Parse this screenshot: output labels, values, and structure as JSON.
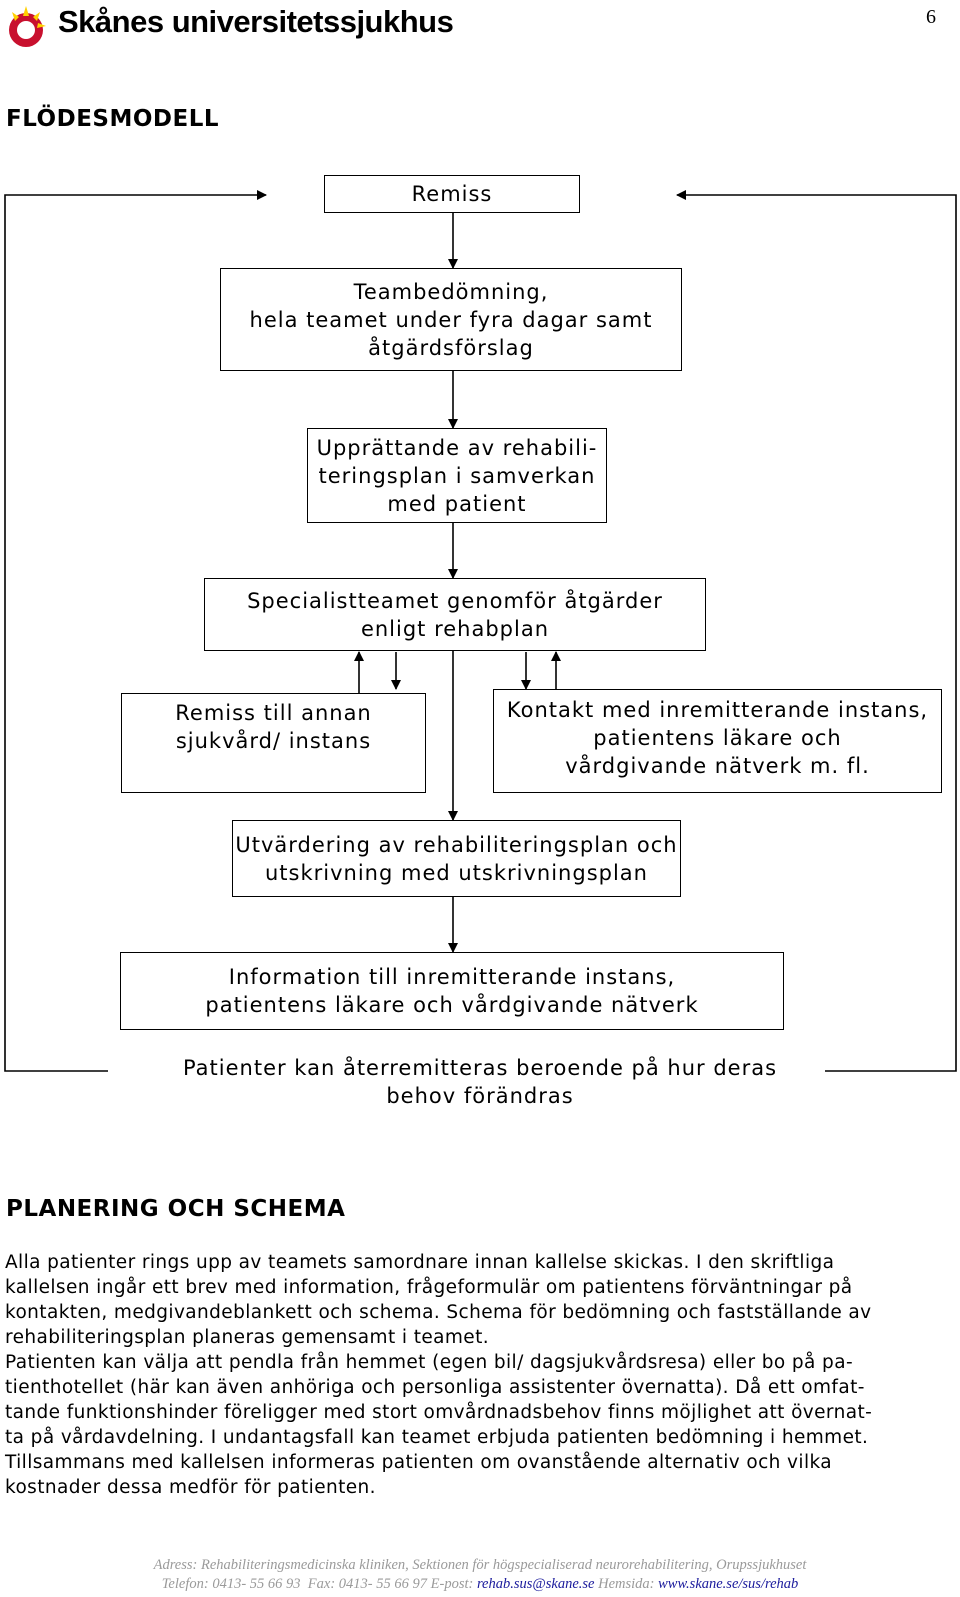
{
  "header": {
    "brand": "Skånes universitetssjukhus",
    "page_number": "6",
    "colors": {
      "logo_red": "#c8102e",
      "logo_yellow": "#ffd100"
    }
  },
  "flow": {
    "heading": "FLÖDESMODELL",
    "boxes": {
      "remiss": "Remiss",
      "teambedomning": "Teambedömning,\nhela teamet under fyra dagar samt\nåtgärdsförslag",
      "upprattande": "Upprättande av rehabili-\nteringsplan i samverkan\nmed patient",
      "specialistteamet": "Specialistteamet genomför åtgärder\nenligt rehabplan",
      "remiss_annan": "Remiss till annan\nsjukvård/ instans",
      "kontakt": "Kontakt med inremitterande instans,\npatientens läkare och\nvårdgivande nätverk m. fl.",
      "utvardering": "Utvärdering av rehabiliteringsplan och\nutskrivning med utskrivningsplan",
      "information": "Information till inremitterande instans,\npatientens läkare och vårdgivande nätverk"
    },
    "loop_note": "Patienter kan återremitteras beroende på hur deras\nbehov förändras"
  },
  "planning": {
    "heading": "PLANERING OCH SCHEMA",
    "paragraphs": [
      "Alla patienter rings upp av teamets samordnare innan kallelse skickas. I den skriftliga\nkallelsen ingår ett brev med information, frågeformulär om patientens förväntningar på\nkontakten, medgivandeblankett och schema. Schema för bedömning och fastställande av\nrehabiliteringsplan planeras gemensamt i teamet.",
      "Patienten kan välja att pendla från hemmet (egen bil/ dagsjukvårdsresa) eller bo på pa-\ntienthotellet (här kan även anhöriga och personliga assistenter övernatta). Då ett omfat-\ntande funktionshinder föreligger med stort omvårdnadsbehov finns möjlighet att övernat-\nta på vårdavdelning. I undantagsfall kan teamet erbjuda patienten bedömning i hemmet.\nTillsammans med kallelsen informeras patienten om ovanstående alternativ och vilka\nkostnader dessa medför för patienten."
    ]
  },
  "footer": {
    "address_label": "Adress:",
    "address": " Rehabiliteringsmedicinska kliniken, Sektionen för högspecialiserad neurorehabilitering, Orupssjukhuset",
    "phone_label": "Telefon:",
    "phone": " 0413- 55 66 93",
    "fax_label": "Fax:",
    "fax": " 0413- 55 66 97",
    "email_label": "E-post:",
    "email": "rehab.sus@skane.se",
    "web_label": "Hemsida:",
    "web": "www.skane.se/sus/rehab"
  }
}
